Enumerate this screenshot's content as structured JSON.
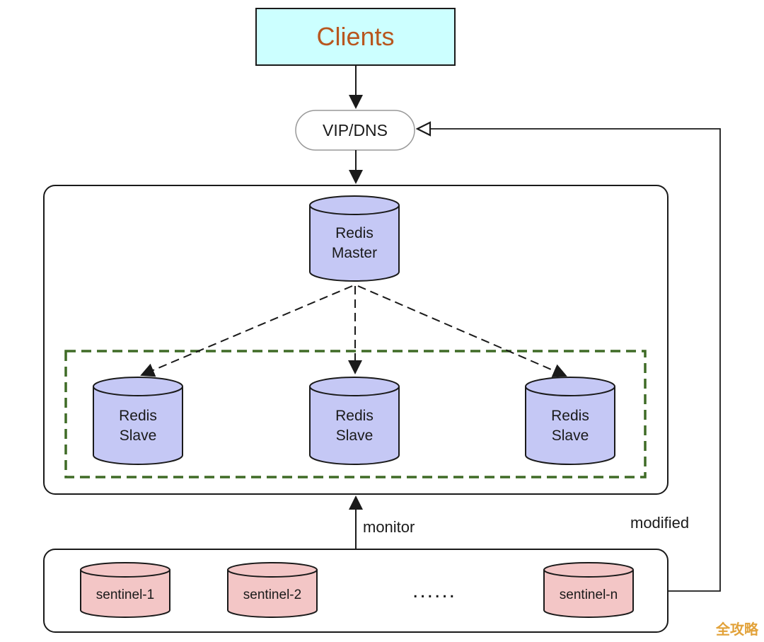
{
  "clients": {
    "label": "Clients"
  },
  "vip_dns": {
    "label": "VIP/DNS"
  },
  "master": {
    "line1": "Redis",
    "line2": "Master"
  },
  "slaves": [
    {
      "line1": "Redis",
      "line2": "Slave"
    },
    {
      "line1": "Redis",
      "line2": "Slave"
    },
    {
      "line1": "Redis",
      "line2": "Slave"
    }
  ],
  "sentinels": [
    {
      "label": "sentinel-1"
    },
    {
      "label": "sentinel-2"
    },
    {
      "label": "sentinel-n"
    }
  ],
  "ellipsis": "......",
  "edges": {
    "monitor": "monitor",
    "modified": "modified"
  },
  "watermark": "全攻略",
  "colors": {
    "clients_fill": "#ccffff",
    "redis_fill": "#c5c8f5",
    "sentinel_fill": "#f3c6c6",
    "slave_group_border": "#3f6b26",
    "clients_text": "#b8561e",
    "watermark": "#e2a23a"
  }
}
